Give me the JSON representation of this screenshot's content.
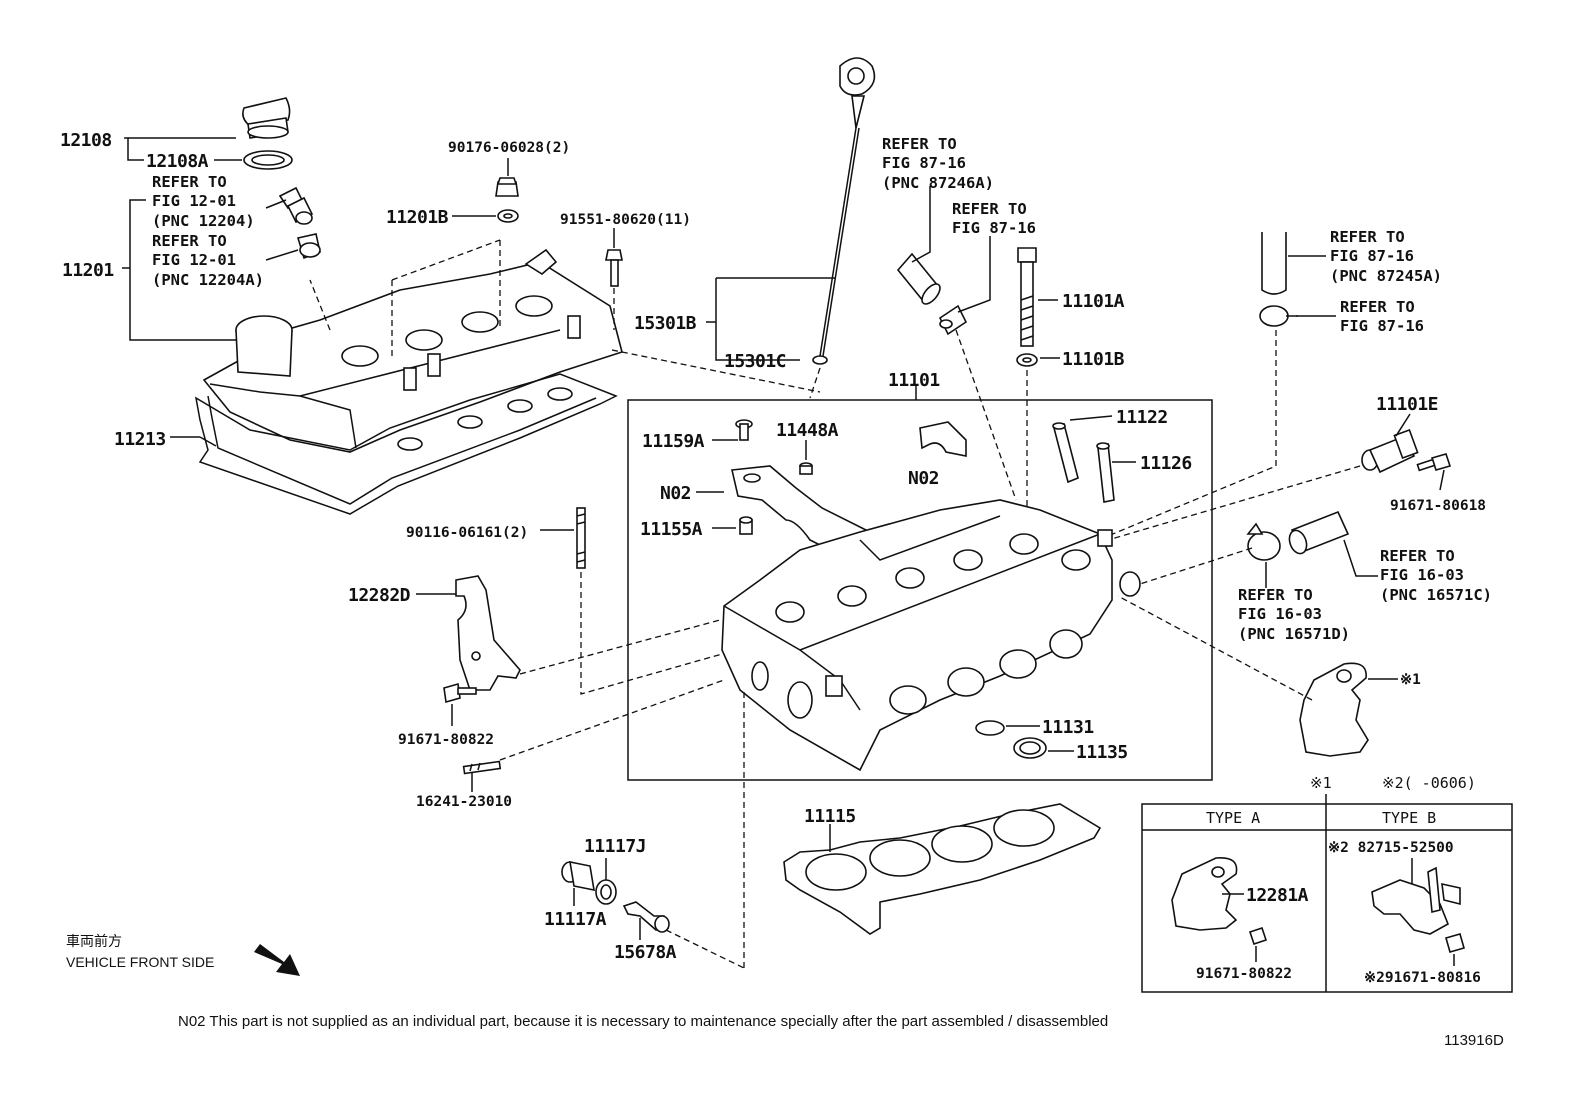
{
  "labels": {
    "p12108": "12108",
    "p12108A": "12108A",
    "ref1a": "REFER TO",
    "ref1b": "FIG 12-01",
    "ref1c": "(PNC 12204)",
    "ref2a": "REFER TO",
    "ref2b": "FIG 12-01",
    "ref2c": "(PNC 12204A)",
    "p11201": "11201",
    "p11201B": "11201B",
    "p90176": "90176-06028(2)",
    "p91551": "91551-80620(11)",
    "p15301B": "15301B",
    "p15301C": "15301C",
    "p11213": "11213",
    "ref3a": "REFER TO",
    "ref3b": "FIG 87-16",
    "ref3c": "(PNC 87246A)",
    "ref4a": "REFER TO",
    "ref4b": "FIG 87-16",
    "p11101A": "11101A",
    "p11101B": "11101B",
    "p11101": "11101",
    "ref5a": "REFER TO",
    "ref5b": "FIG 87-16",
    "ref5c": "(PNC 87245A)",
    "ref6a": "REFER TO",
    "ref6b": "FIG 87-16",
    "p11101E": "11101E",
    "p91671_80618": "91671-80618",
    "p11159A": "11159A",
    "p11448A": "11448A",
    "pN02a": "N02",
    "pN02b": "N02",
    "p11122": "11122",
    "p11126": "11126",
    "p11155A": "11155A",
    "p90116": "90116-06161(2)",
    "p12282D": "12282D",
    "ref7a": "REFER TO",
    "ref7b": "FIG 16-03",
    "ref7c": "(PNC 16571C)",
    "ref8a": "REFER TO",
    "ref8b": "FIG 16-03",
    "ref8c": "(PNC 16571D)",
    "mark1": "※1",
    "p91671_80822a": "91671-80822",
    "p11131": "11131",
    "p11135": "11135",
    "p16241": "16241-23010",
    "mark1b": "※1",
    "mark2": "※2(    -0606)",
    "p11115": "11115",
    "p11117J": "11117J",
    "p11117A": "11117A",
    "p15678A": "15678A",
    "typeA": "TYPE  A",
    "typeB": "TYPE  B",
    "p12281A": "12281A",
    "p82715": "※2 82715-52500",
    "p91671_80822b": "91671-80822",
    "p91671_80816": "※291671-80816",
    "front_jp": "車両前方",
    "front_en": "VEHICLE FRONT SIDE",
    "note": "N02  This part is not supplied as an individual part, because it is necessary to maintenance specially after the part assembled / disassembled",
    "diagram_id": "113916D"
  }
}
